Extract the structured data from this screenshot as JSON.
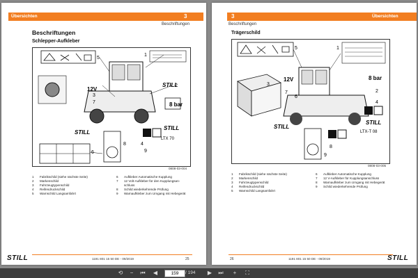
{
  "left_page": {
    "header_title": "Übersichten",
    "header_chapter": "3",
    "header_subtitle": "Beschriftungen",
    "section_title": "Beschriftungen",
    "subsection_title": "Schlepper-Aufkleber",
    "figure_code": "0808-03-004",
    "callouts": [
      "1",
      "2",
      "3",
      "4",
      "5",
      "6",
      "7",
      "8",
      "9",
      "12V",
      "8 bar",
      "STILL",
      "STILL",
      "STILL",
      "LTX 70"
    ],
    "legend": [
      {
        "n": "1",
        "t": "Fabrikschild (siehe nächste Seite)"
      },
      {
        "n": "2",
        "t": "Markenschild"
      },
      {
        "n": "3",
        "t": "Fahrzeugtypenschild"
      },
      {
        "n": "4",
        "t": "Reifendruckschild"
      },
      {
        "n": "5",
        "t": "Warnschild Langsamfahrt"
      },
      {
        "n": "6",
        "t": "Aufkleber Automatische Kupplung"
      },
      {
        "n": "7",
        "t": "12 Volt-Aufkleber für den Kupplungsan-"
      },
      {
        "n": "",
        "t": "schluss"
      },
      {
        "n": "8",
        "t": "Schild wiederkehrende Prüfung"
      },
      {
        "n": "9",
        "t": "Warnaufkleber zum Umgang mit Hebegerät"
      }
    ],
    "footer_code": "1191 801 15 50 DE - 09/2019",
    "page_number": "25",
    "logo": "STILL"
  },
  "right_page": {
    "header_title": "Übersichten",
    "header_chapter": "3",
    "header_subtitle": "Beschriftungen",
    "subsection_title": "Trägerschild",
    "figure_code": "0808-03-005",
    "callouts": [
      "1",
      "2",
      "3",
      "4",
      "5",
      "6",
      "7",
      "8",
      "9",
      "12V",
      "8 bar",
      "STILL",
      "STILL",
      "LTX-T 08"
    ],
    "legend": [
      {
        "n": "1",
        "t": "Fabrikschild (siehe nächste Seite)"
      },
      {
        "n": "2",
        "t": "Markenschild"
      },
      {
        "n": "3",
        "t": "Fahrzeugtypenschild"
      },
      {
        "n": "4",
        "t": "Reifendruckschild"
      },
      {
        "n": "5",
        "t": "Warnschild Langsamfahrt"
      },
      {
        "n": "6",
        "t": "Aufkleber Automatische Kupplung"
      },
      {
        "n": "7",
        "t": "12 V-Aufkleber für Kupplungsanschluss"
      },
      {
        "n": "8",
        "t": "Warnaufkleber zum Umgang mit Hebegerät"
      },
      {
        "n": "9",
        "t": "Schild wiederkehrende Prüfung"
      }
    ],
    "footer_code": "1191 801 15 50 DE - 09/2019",
    "page_number": "26",
    "logo": "STILL"
  },
  "toolbar": {
    "current_page": "159",
    "total_pages": "/ 194"
  },
  "colors": {
    "accent": "#f27e21",
    "toolbar": "#3d3d3d",
    "viewer_bg": "#8a8a8a"
  }
}
